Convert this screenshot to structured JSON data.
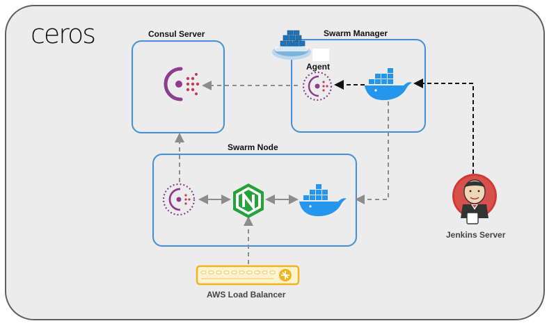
{
  "brand": {
    "logo_text": "ceros"
  },
  "boxes": {
    "consul_server": "Consul Server",
    "swarm_manager": "Swarm Manager",
    "swarm_node": "Swarm Node"
  },
  "labels": {
    "agent": "Agent",
    "jenkins_server": "Jenkins Server",
    "aws_load_balancer": "AWS Load Balancer"
  },
  "colors": {
    "consul": "#8c3d8e",
    "consul_dots": "#c43b5a",
    "docker": "#2496ed",
    "nginx": "#26a23b",
    "elb": "#f2b41b",
    "box_border": "#4a8fd0",
    "jenkins_red": "#d33833"
  },
  "icons": [
    "consul-icon",
    "docker-icon",
    "nginx-icon",
    "jenkins-icon",
    "load-balancer-icon",
    "swarm-icon"
  ]
}
